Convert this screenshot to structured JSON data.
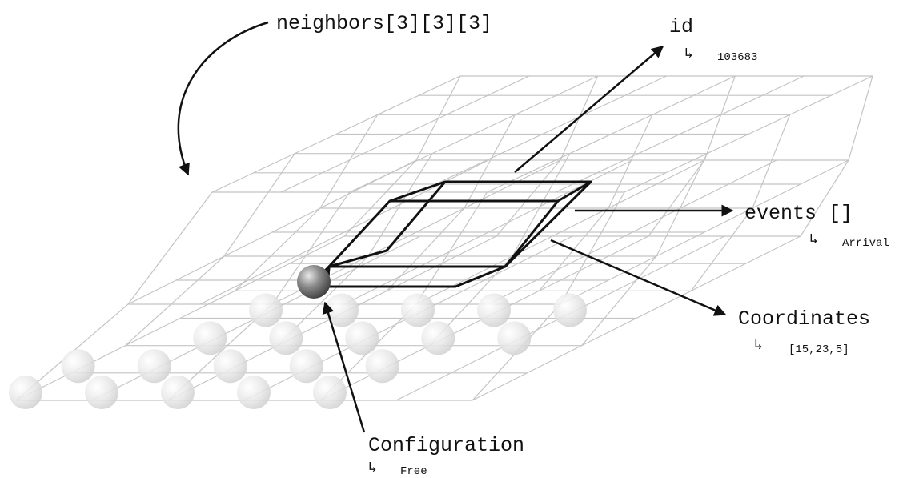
{
  "labels": {
    "neighbors": "neighbors[3][3][3]",
    "id": "id",
    "id_value": "103683",
    "events": "events []",
    "events_value": "Arrival",
    "coordinates": "Coordinates",
    "coordinates_value": "[15,23,5]",
    "configuration": "Configuration",
    "configuration_value": "Free",
    "sub_arrow": "↳"
  },
  "colors": {
    "grid": "#c4c4c4",
    "highlight": "#111111",
    "sphere_light": "#e4e4e4",
    "sphere_dark": "#6a6a6a"
  }
}
